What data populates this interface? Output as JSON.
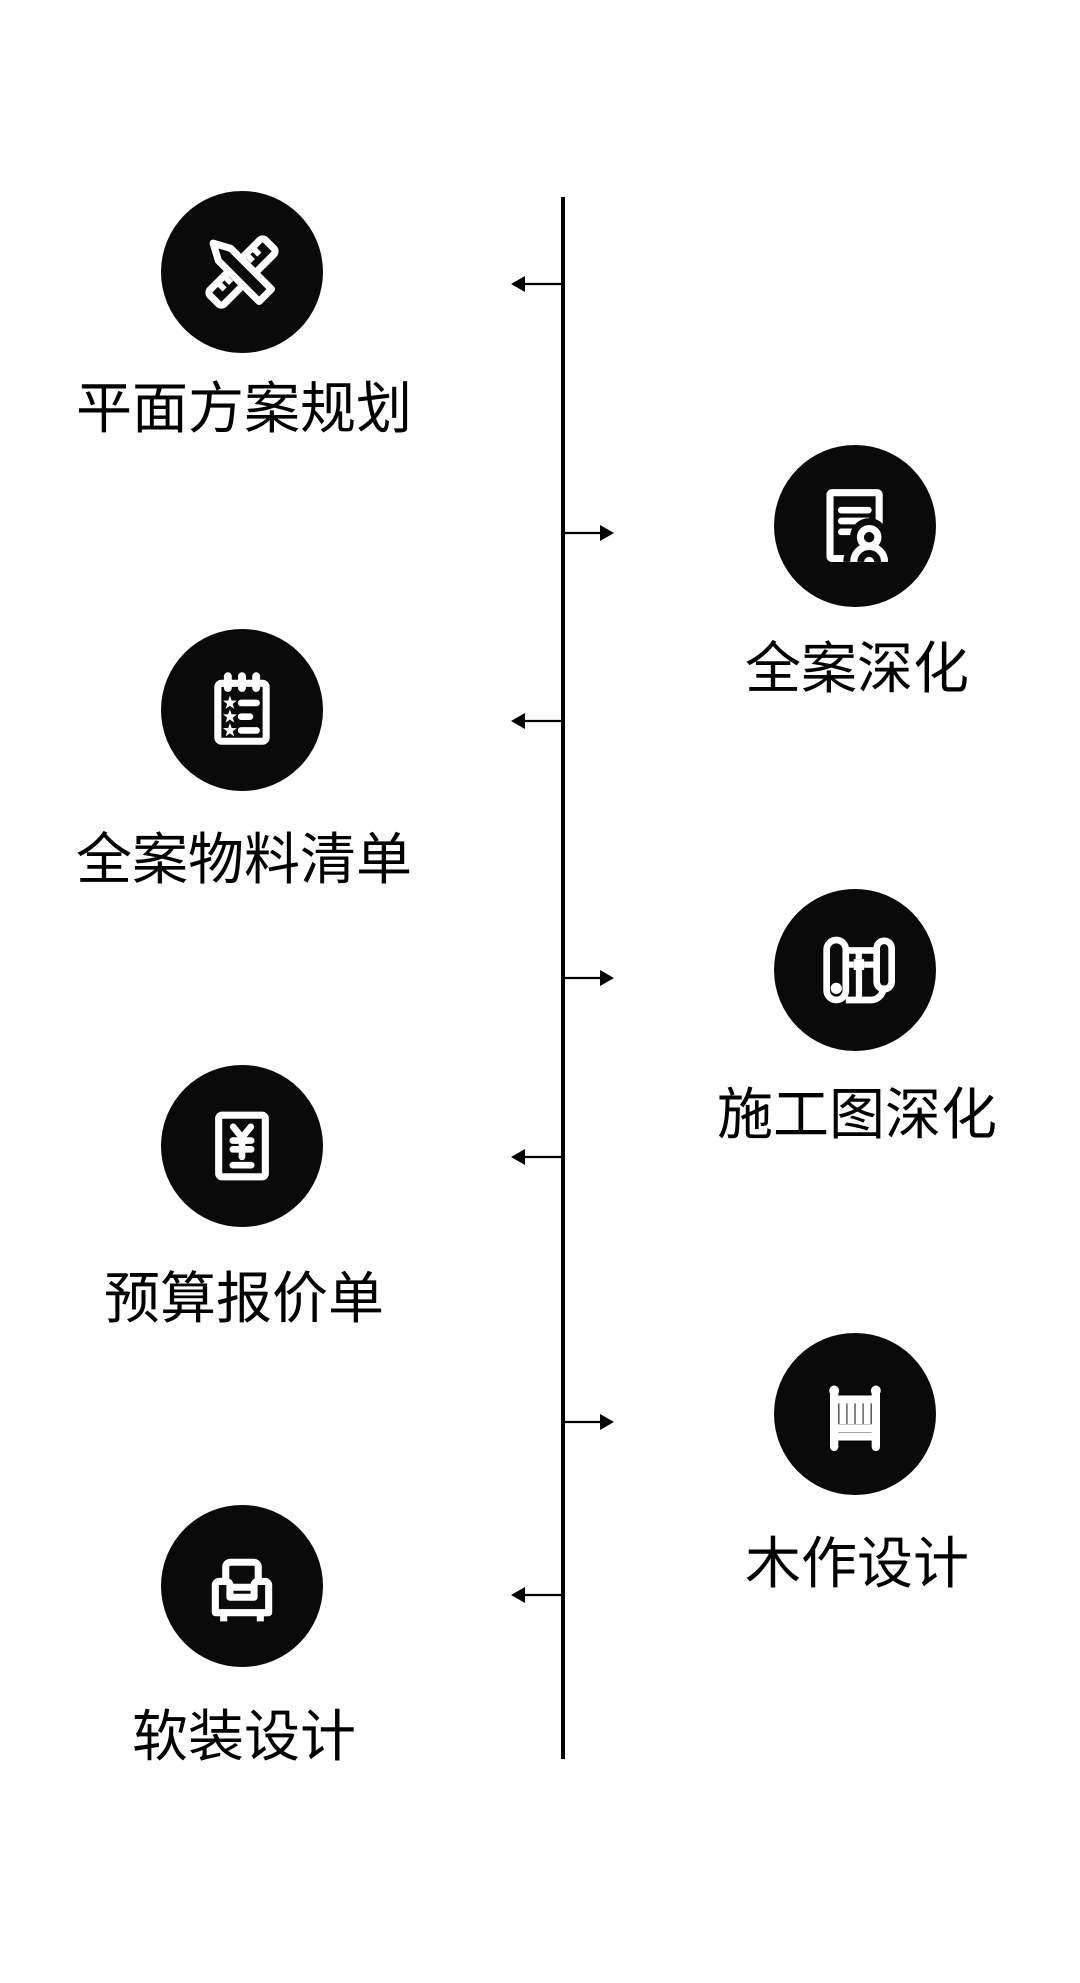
{
  "page": {
    "background_color": "#ffffff",
    "text_color": "#000000",
    "node_color": "#0a0a0a",
    "icon_stroke_color": "#ffffff"
  },
  "timeline": {
    "axis": {
      "color": "#000000",
      "arrow_color": "#000000"
    },
    "left_items": [
      {
        "label": "平面方案规划",
        "icon": "pencil-ruler-icon"
      },
      {
        "label": "全案物料清单",
        "icon": "checklist-icon"
      },
      {
        "label": "预算报价单",
        "icon": "yuan-invoice-icon"
      },
      {
        "label": "软装设计",
        "icon": "armchair-icon"
      }
    ],
    "right_items": [
      {
        "label": "全案深化",
        "icon": "document-person-icon"
      },
      {
        "label": "施工图深化",
        "icon": "blueprint-icon"
      },
      {
        "label": "木作设计",
        "icon": "crib-icon"
      }
    ]
  }
}
